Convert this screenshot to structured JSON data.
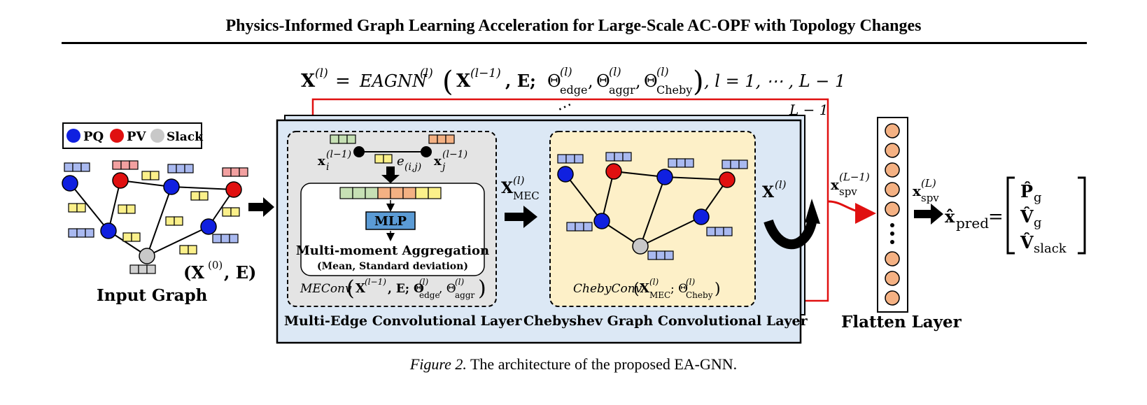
{
  "header": {
    "title": "Physics-Informed Graph Learning Acceleration for Large-Scale AC-OPF with Topology Changes"
  },
  "caption": {
    "label": "Figure 2.",
    "text": "The architecture of the proposed EA-GNN."
  },
  "equation": {
    "lhs": "X",
    "lhs_sup": "(l)",
    "eq": "=",
    "func": "EAGNN",
    "func_sup": "(l)",
    "arg_x": "X",
    "arg_x_sup": "(l−1)",
    "arg_e": ", E; ",
    "theta": "Θ",
    "theta1_sup": "(l)",
    "theta1_sub": "edge",
    "theta2_sup": "(l)",
    "theta2_sub": "aggr",
    "theta3_sup": "(l)",
    "theta3_sub": "Cheby",
    "comma": ",",
    "range": ", l = 1, ⋯ , L − 1"
  },
  "legend": {
    "pq": {
      "label": "PQ",
      "color": "#1020e0"
    },
    "pv": {
      "label": "PV",
      "color": "#e01010"
    },
    "slack": {
      "label": "Slack",
      "color": "#c8c8c8"
    }
  },
  "input_graph": {
    "label": "Input Graph",
    "formula_open": "(X",
    "formula_sup": "(0)",
    "formula_close": ", E)"
  },
  "layer_stack": {
    "dots": "⋯",
    "count_label": "L − 1"
  },
  "mec_layer": {
    "label": "Multi-Edge Convolutional Layer",
    "xi": "x",
    "xi_sup": "(l−1)",
    "xi_sub": "i",
    "xj": "x",
    "xj_sup": "(l−1)",
    "xj_sub": "j",
    "edge": "e",
    "edge_sub": "(i,j)",
    "mlp": "MLP",
    "agg_title": "Multi-moment Aggregation",
    "agg_sub": "(Mean, Standard deviation)",
    "formula_func": "MEConv",
    "formula_x": "X",
    "formula_x_sup": "(l−1)",
    "formula_e": ", E; Θ",
    "formula_t1_sup": "(l)",
    "formula_t1_sub": "edge",
    "formula_t2": ", Θ",
    "formula_t2_sup": "(l)",
    "formula_t2_sub": "aggr"
  },
  "mec_output": {
    "base": "X",
    "sup": "(l)",
    "sub": "MEC"
  },
  "cheby_layer": {
    "label": "Chebyshev Graph Convolutional Layer",
    "formula_func": "ChebyConv",
    "formula_x": "X",
    "formula_x_sup": "(l)",
    "formula_x_sub": "MEC",
    "formula_t": "; Θ",
    "formula_t_sup": "(l)",
    "formula_t_sub": "Cheby"
  },
  "layer_output": {
    "base": "X",
    "sup": "(l)"
  },
  "spv_prev": {
    "base": "x",
    "sup": "(L−1)",
    "sub": "spv"
  },
  "flatten": {
    "label": "Flatten Layer"
  },
  "spv_final": {
    "base": "x",
    "sup": "(L)",
    "sub": "spv"
  },
  "prediction": {
    "base": "x̂",
    "sub": "pred",
    "eq": "=",
    "p": "P̂",
    "p_sub": "g",
    "v": "V̂",
    "v_sub": "g",
    "vs": "V̂",
    "vs_sub": "slack"
  },
  "colors": {
    "pq_node": "#1020e0",
    "pv_node": "#e01010",
    "slack_node": "#c8c8c8",
    "pq_feature": "#a9b9f0",
    "pv_feature": "#f2a0a0",
    "slack_feature": "#d0d0d0",
    "edge_feature": "#fbf08a",
    "node_i_feature": "#c6e0b4",
    "node_j_feature": "#f4b183",
    "layer_bg": "#dce8f5",
    "mec_bg": "#e4e4e4",
    "cheby_bg": "#fdf0c8",
    "mlp_bg": "#5b9bd5",
    "flatten_cell": "#f4b183",
    "recurrent": "#e01010"
  }
}
